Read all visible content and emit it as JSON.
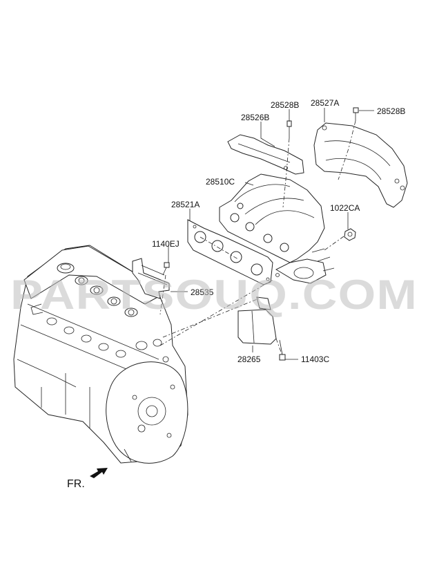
{
  "labels": {
    "p28528B_top": "28528B",
    "p28527A": "28527A",
    "p28528B_right": "28528B",
    "p28526B": "28526B",
    "p28510C": "28510C",
    "p28521A": "28521A",
    "p1022CA": "1022CA",
    "p1140EJ": "1140EJ",
    "p28535": "28535",
    "p28265": "28265",
    "p11403C": "11403C"
  },
  "watermark": "PARTSOUQ.COM",
  "direction_label": "FR."
}
